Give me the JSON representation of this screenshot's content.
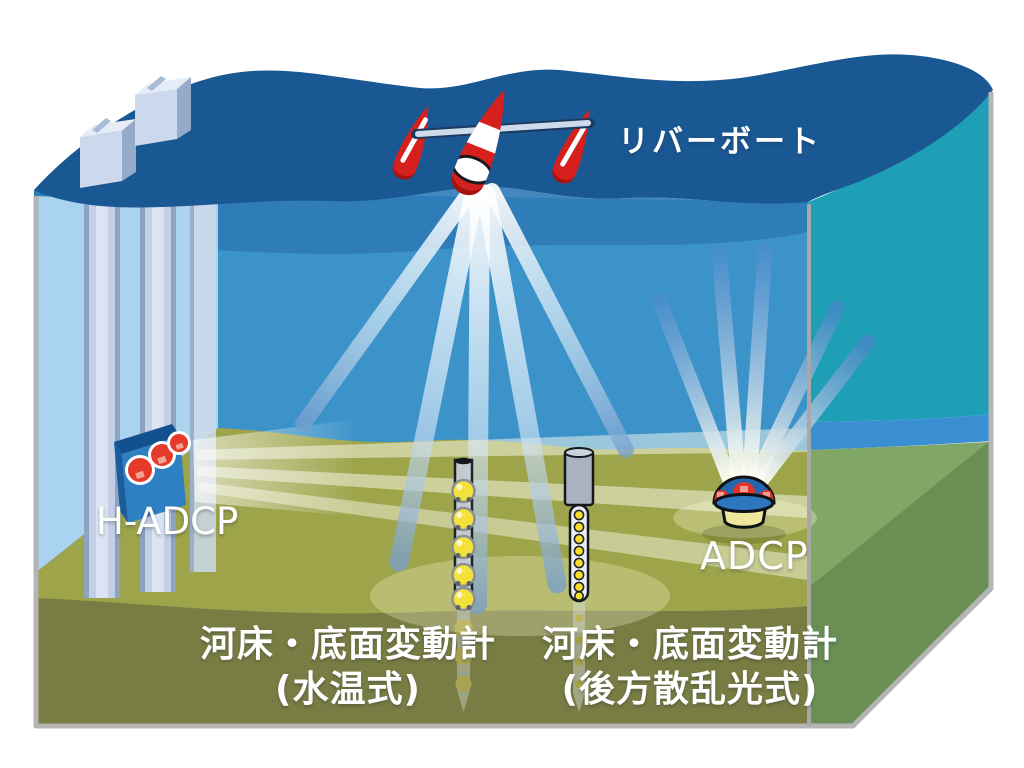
{
  "diagram": {
    "type": "river-monitoring-cutaway-illustration",
    "labels": {
      "river_boat": "リバーボート",
      "h_adcp": "H-ADCP",
      "adcp": "ADCP",
      "bed_meter_thermal": {
        "line1": "河床・底面変動計",
        "line2": "(水温式)"
      },
      "bed_meter_backscatter": {
        "line1": "河床・底面変動計",
        "line2": "(後方散乱光式)"
      }
    },
    "colors": {
      "water_surface": "#1a5894",
      "water_subsurface_band": "#2d7ab6",
      "water_body": "#3b93c9",
      "nearwall_water": "#a9d3ee",
      "water_side_face": "#1f9fb6",
      "side_blue_band": "#3a8ed2",
      "riverbed": "#9da44a",
      "subsoil": "#7a7d43",
      "side_green_light": "#80a766",
      "side_green_dark": "#6b8e55",
      "block_border": "#b5b5b5",
      "boat_red": "#d6201d",
      "device_blue": "#2e80c3",
      "transducer_red": "#e5392c",
      "sensor_yellow": "#f3e13c",
      "label_text": "#ffffff"
    }
  }
}
